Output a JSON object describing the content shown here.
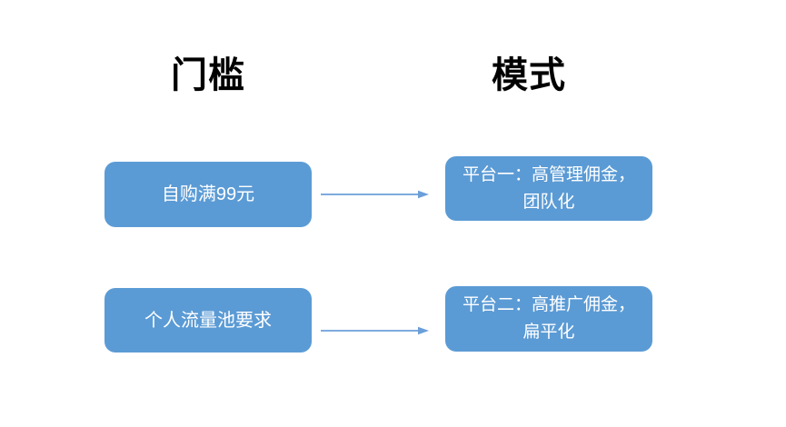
{
  "diagram": {
    "columns": {
      "threshold_title": "门槛",
      "mode_title": "模式"
    },
    "rows": [
      {
        "threshold": "自购满99元",
        "mode_line1": "平台一：高管理佣金，",
        "mode_line2": "团队化"
      },
      {
        "threshold": "个人流量池要求",
        "mode_line1": "平台二：高推广佣金，",
        "mode_line2": "扁平化"
      }
    ]
  },
  "colors": {
    "background": "#FFFFFF",
    "heading_text": "#000000",
    "box_fill": "#5B9BD5",
    "box_text": "#FFFFFF",
    "arrow": "#6B9FD9"
  }
}
